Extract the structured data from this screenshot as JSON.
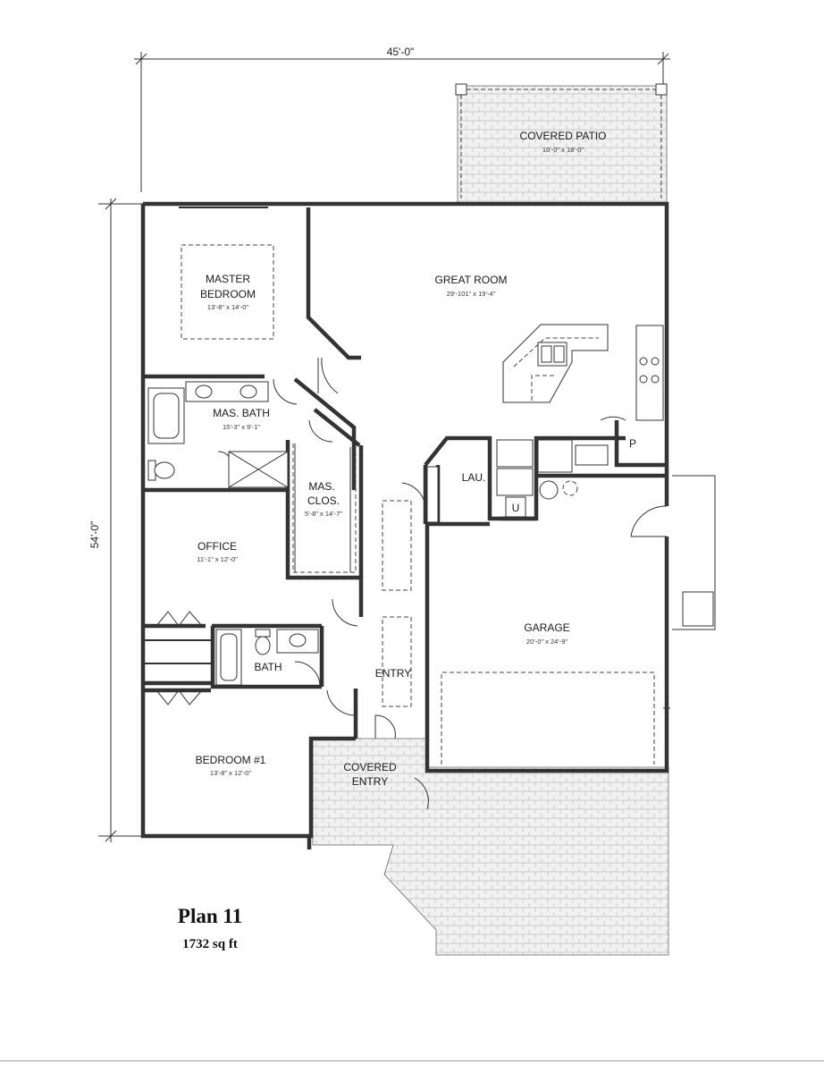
{
  "plan": {
    "title": "Plan 11",
    "area": "1732 sq ft",
    "overall_width": "45'-0\"",
    "overall_depth": "54'-0\""
  },
  "rooms": {
    "covered_patio": {
      "name": "COVERED PATIO",
      "dims": "10'-0\" x 18'-0\""
    },
    "master_bedroom": {
      "name_line1": "MASTER",
      "name_line2": "BEDROOM",
      "dims": "13'-8\" x 14'-0\""
    },
    "great_room": {
      "name": "GREAT ROOM",
      "dims": "29'-101\" x 19'-4\""
    },
    "mas_bath": {
      "name": "MAS. BATH",
      "dims": "15'-3\" x 9'-1\""
    },
    "mas_clos": {
      "name_line1": "MAS.",
      "name_line2": "CLOS.",
      "dims": "5'-8\" x 14'-7\""
    },
    "laundry": {
      "name": "LAU."
    },
    "pantry": {
      "name": "P"
    },
    "utility": {
      "name": "U"
    },
    "office": {
      "name": "OFFICE",
      "dims": "11'-1\" x 12'-0\""
    },
    "garage": {
      "name": "GARAGE",
      "dims": "20'-0\" x 24'-9\""
    },
    "bath": {
      "name": "BATH"
    },
    "entry": {
      "name": "ENTRY"
    },
    "bedroom1": {
      "name": "BEDROOM #1",
      "dims": "13'-8\" x 12'-0\""
    },
    "covered_entry": {
      "name_line1": "COVERED",
      "name_line2": "ENTRY"
    }
  }
}
